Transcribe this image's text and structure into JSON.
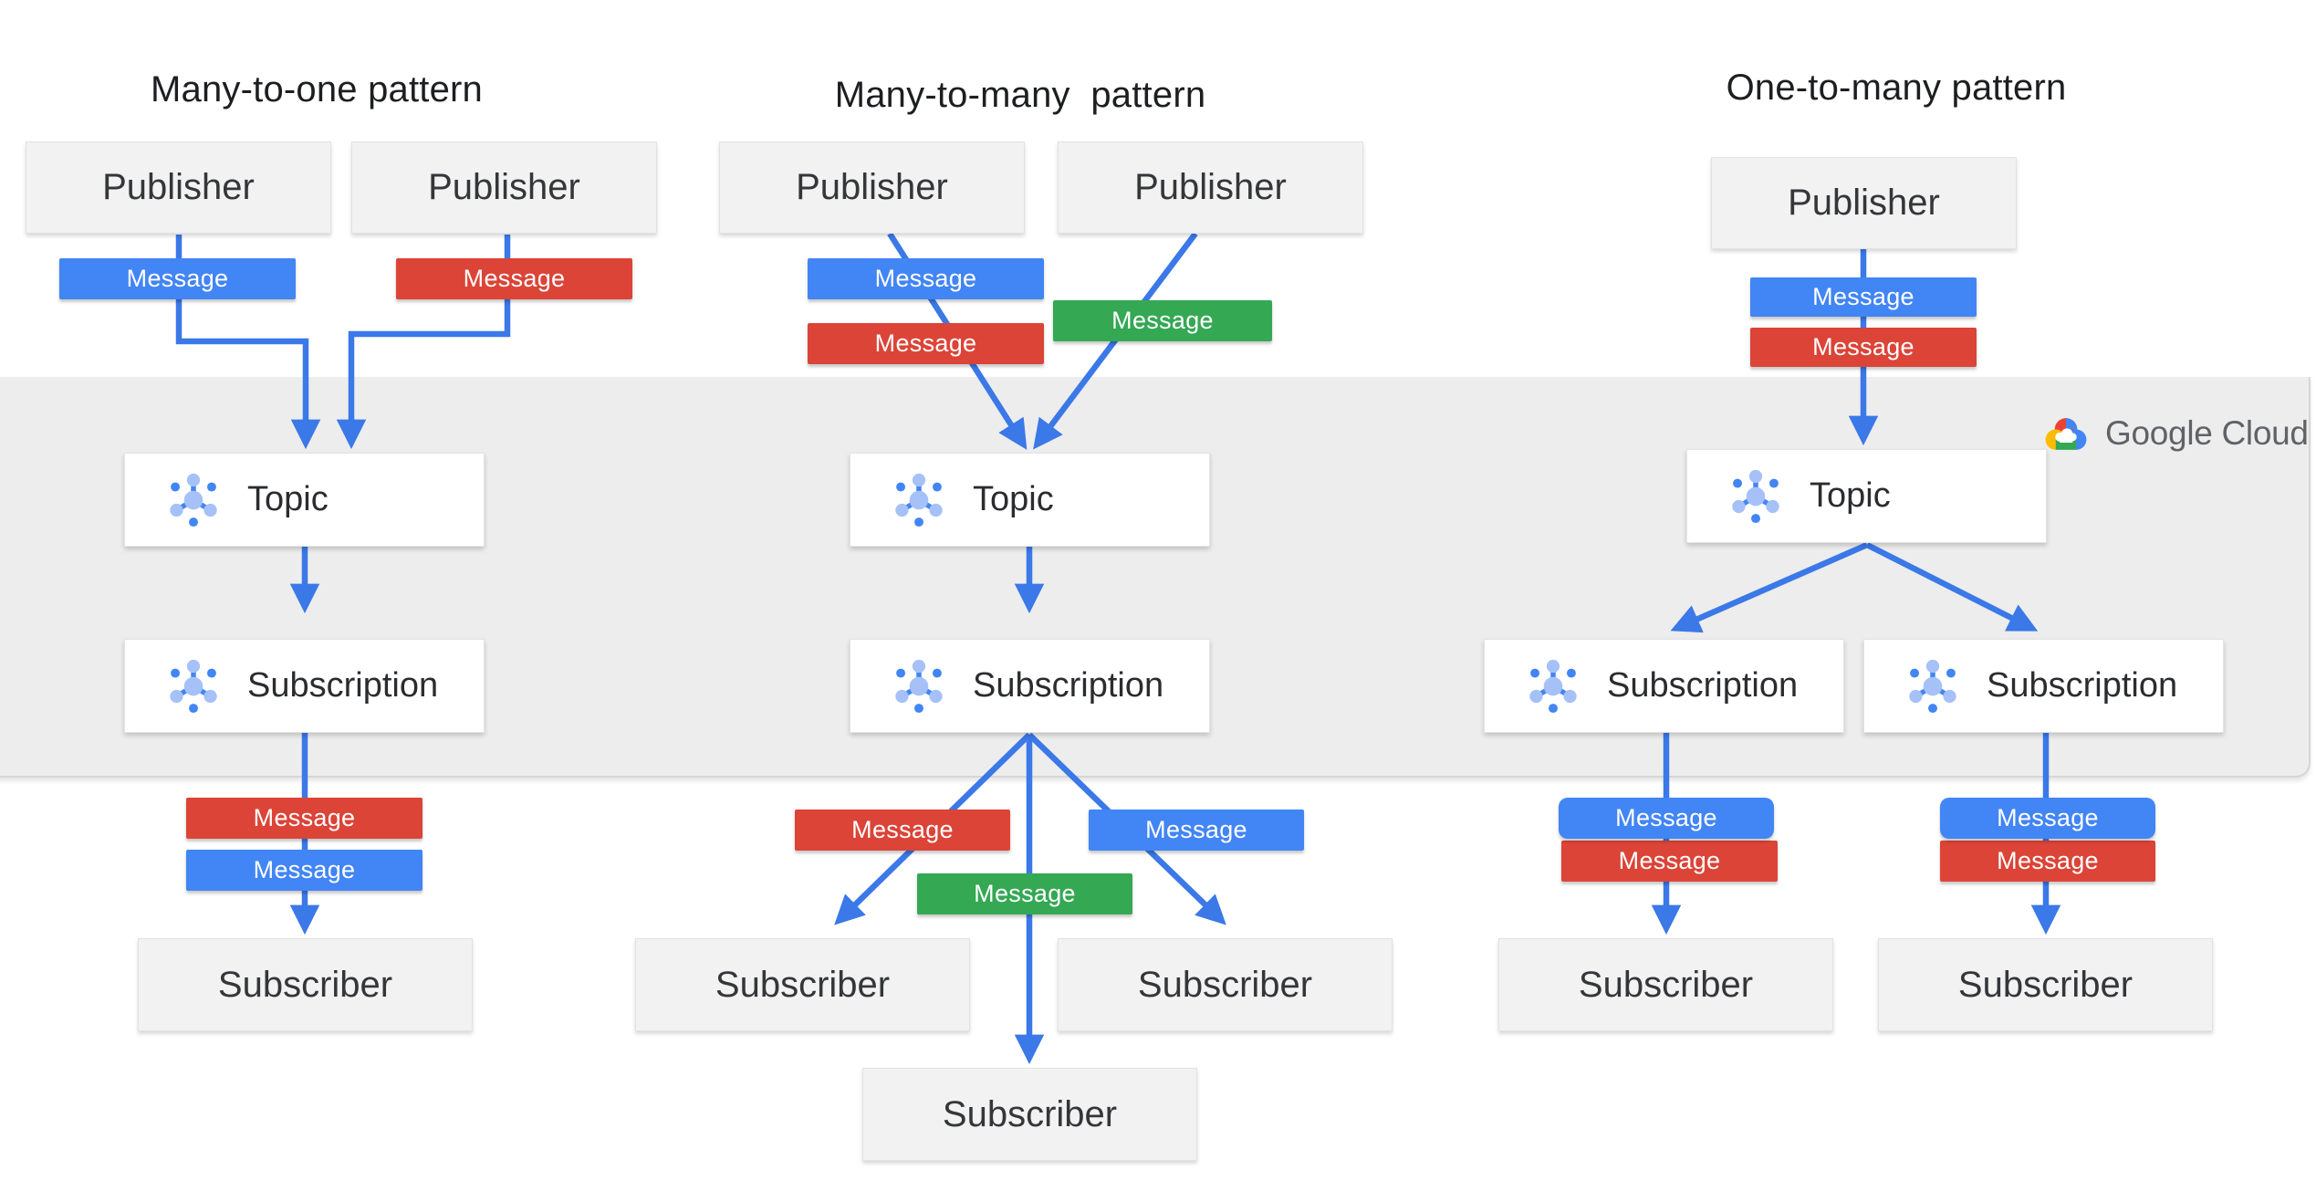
{
  "labels": {
    "publisher": "Publisher",
    "subscriber": "Subscriber",
    "topic": "Topic",
    "subscription": "Subscription",
    "message": "Message"
  },
  "columns": [
    {
      "title": "Many-to-one pattern",
      "publishers": [
        "Publisher",
        "Publisher"
      ],
      "publisher_message_colors": [
        "blue",
        "red"
      ],
      "topics": [
        "Topic"
      ],
      "subscriptions": [
        "Subscription"
      ],
      "subscriber_message_colors": [
        "red",
        "blue"
      ],
      "subscribers": [
        "Subscriber"
      ]
    },
    {
      "title": "Many-to-many  pattern",
      "publishers": [
        "Publisher",
        "Publisher"
      ],
      "publisher_message_colors": [
        "blue",
        "red",
        "green"
      ],
      "topics": [
        "Topic"
      ],
      "subscriptions": [
        "Subscription"
      ],
      "subscriber_message_colors": [
        "red",
        "green",
        "blue"
      ],
      "subscribers": [
        "Subscriber",
        "Subscriber",
        "Subscriber"
      ]
    },
    {
      "title": "One-to-many pattern",
      "publishers": [
        "Publisher"
      ],
      "publisher_message_colors": [
        "blue",
        "red"
      ],
      "topics": [
        "Topic"
      ],
      "subscriptions": [
        "Subscription",
        "Subscription"
      ],
      "subscriber_message_colors": [
        "blue",
        "red",
        "blue",
        "red"
      ],
      "subscribers": [
        "Subscriber",
        "Subscriber"
      ]
    }
  ],
  "logo": {
    "text": "Google Cloud"
  },
  "colors": {
    "message_blue": "#4285F4",
    "message_red": "#DB4437",
    "message_green": "#34A853",
    "arrow_blue": "#3B78E8",
    "pubsub_icon_light": "#A6C1F7",
    "pubsub_icon_dark": "#4285F4",
    "band_gray": "#EDEDED",
    "box_gray": "#F2F2F2",
    "box_white": "#FFFFFF",
    "logo_text_gray": "#5F6368",
    "logo_red": "#EA4335",
    "logo_blue": "#4285F4",
    "logo_yellow": "#FBBC04",
    "logo_green": "#34A853"
  }
}
